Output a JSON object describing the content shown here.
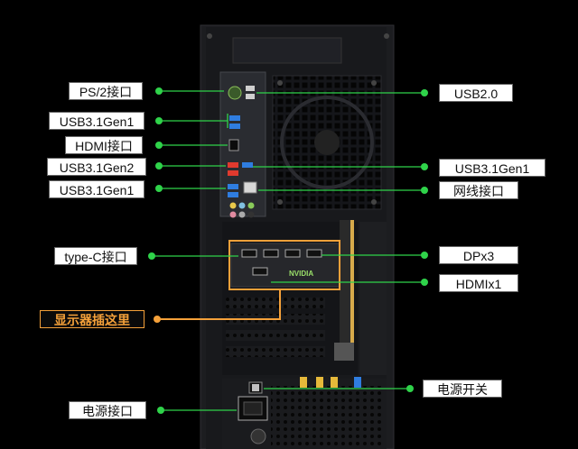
{
  "labels": {
    "ps2": "PS/2接口",
    "usb31gen1_top": "USB3.1Gen1",
    "hdmi_io": "HDMI接口",
    "usb31gen2": "USB3.1Gen2",
    "usb31gen1_bottom": "USB3.1Gen1",
    "typec": "type-C接口",
    "display_here": "显示器插这里",
    "power_port": "电源接口",
    "usb20": "USB2.0",
    "usb31gen1_right": "USB3.1Gen1",
    "lan": "网线接口",
    "dp": "DPx3",
    "hdmi_gpu": "HDMIx1",
    "power_switch": "电源开关"
  },
  "gpu_brand": "NVIDIA",
  "colors": {
    "leader_line": "#2fd34a",
    "highlight": "#f5a13a",
    "case_metal": "#1c1d20",
    "usb3_blue": "#2f7de0",
    "usb_red": "#e03a2e"
  }
}
